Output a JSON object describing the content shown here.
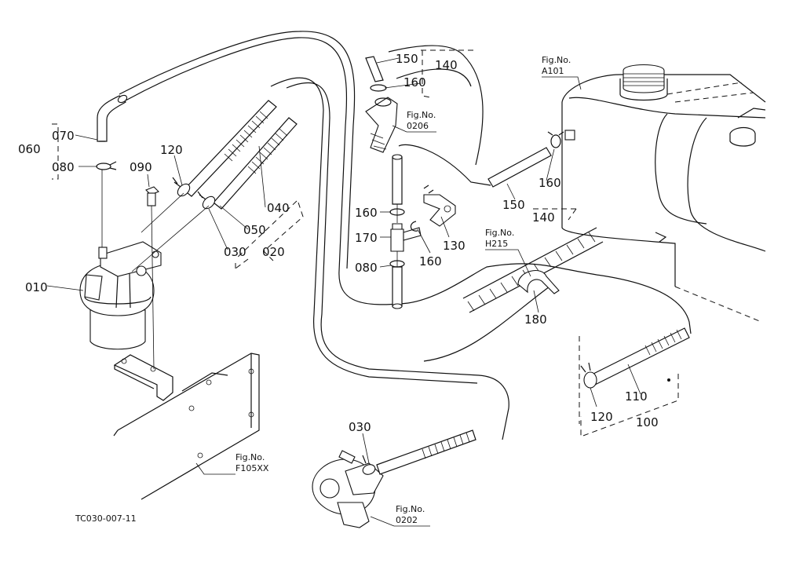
{
  "parts": {
    "p010": "010",
    "p020": "020",
    "p030a": "030",
    "p030b": "030",
    "p040": "040",
    "p050": "050",
    "p060": "060",
    "p070": "070",
    "p080a": "080",
    "p080b": "080",
    "p090": "090",
    "p100": "100",
    "p110": "110",
    "p120a": "120",
    "p120b": "120",
    "p130": "130",
    "p140a": "140",
    "p140b": "140",
    "p150a": "150",
    "p150b": "150",
    "p160a": "160",
    "p160b": "160",
    "p160c": "160",
    "p160d": "160",
    "p170": "170",
    "p180": "180"
  },
  "figrefs": {
    "a101_head": "Fig.No.",
    "a101_code": "A101",
    "f0206_head": "Fig.No.",
    "f0206_code": "0206",
    "h215_head": "Fig.No.",
    "h215_code": "H215",
    "f105_head": "Fig.No.",
    "f105_code": "F105XX",
    "f0202_head": "Fig.No.",
    "f0202_code": "0202"
  },
  "drawing_code": "TC030-007-11"
}
